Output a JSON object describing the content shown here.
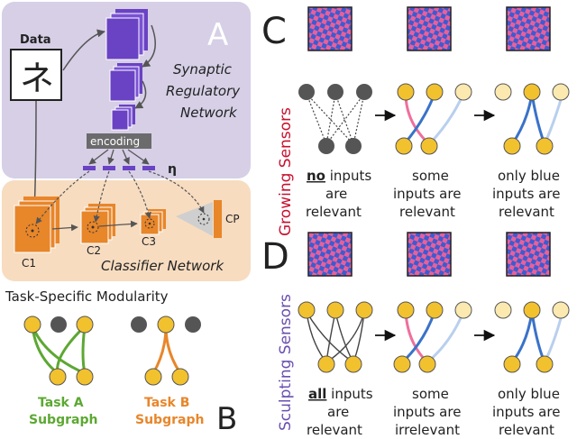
{
  "panel_a": {
    "letter": "A",
    "data_label": "Data",
    "glyph": "ネ",
    "srn_label": [
      "Synaptic",
      "Regulatory",
      "Network"
    ],
    "encoding_label": "encoding",
    "eta_label": "η",
    "layer_labels": [
      "C1",
      "C2",
      "C3",
      "CP"
    ],
    "classifier_label": "Classifier Network",
    "colors": {
      "panel_bg": "#d6cfe6",
      "classifier_bg": "#f7dcc0",
      "srn_block": "#6a42c4",
      "conv_block": "#e8862a",
      "encoding_bg": "#6b6b6b"
    }
  },
  "panel_b": {
    "letter": "B",
    "title": "Task-Specific Modularity",
    "task_a": [
      "Task A",
      "Subgraph"
    ],
    "task_b": [
      "Task B",
      "Subgraph"
    ],
    "colors": {
      "task_a": "#5ca832",
      "task_b": "#e8862a"
    }
  },
  "panel_c": {
    "letter": "C",
    "side_label": "Growing Sensors",
    "captions": [
      {
        "emph": "no",
        "rest": " inputs",
        "line2": "are",
        "line3": "relevant"
      },
      {
        "line1": "some",
        "line2": "inputs are",
        "line3": "relevant"
      },
      {
        "line1": "only blue",
        "line2": "inputs are",
        "line3": "relevant"
      }
    ],
    "colors": {
      "side_label": "#c8102e"
    }
  },
  "panel_d": {
    "letter": "D",
    "side_label": "Sculpting Sensors",
    "captions": [
      {
        "emph": "all",
        "rest": " inputs",
        "line2": "are",
        "line3": "relevant"
      },
      {
        "line1": "some",
        "line2": "inputs are",
        "line3": "irrelevant"
      },
      {
        "line1": "only blue",
        "line2": "inputs are",
        "line3": "relevant"
      }
    ],
    "colors": {
      "side_label": "#6a4fb0"
    }
  },
  "palette": {
    "node_yellow": "#f2c12e",
    "node_pale": "#fbe9b0",
    "node_dark": "#555555",
    "edge_blue": "#3a72c9",
    "edge_pale_blue": "#b9cfee",
    "edge_pink": "#ef6f9c",
    "checker_pink": "#e8609a",
    "checker_blue": "#3d5bd0"
  }
}
